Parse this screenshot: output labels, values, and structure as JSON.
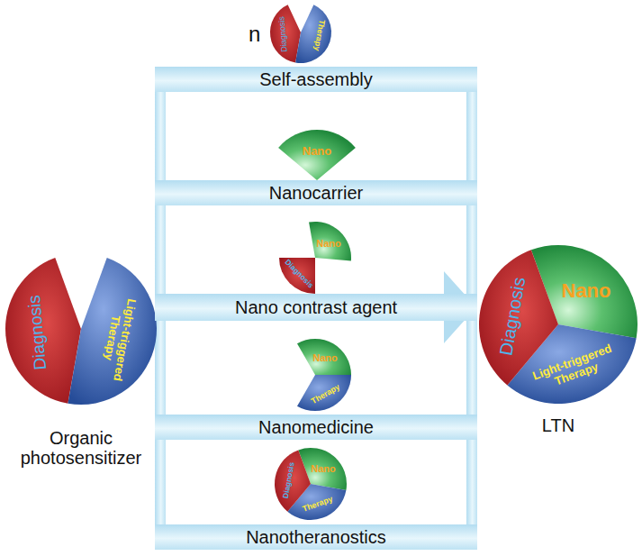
{
  "diagram": {
    "nodes": [
      {
        "text": [
          "Diagnosis",
          "Light-triggered Therapy",
          "Organic photosensitizer"
        ]
      },
      {
        "text": [
          "Diagnosis",
          "Therapy"
        ]
      },
      {
        "text": [
          "Self-assembly"
        ]
      },
      {
        "text": [
          "Nano"
        ]
      },
      {
        "text": [
          "Nanocarrier"
        ]
      },
      {
        "text": [
          "Nano",
          "Diagnosis"
        ]
      },
      {
        "text": [
          "Nano contrast agent"
        ]
      },
      {
        "text": [
          "Nano",
          "Therapy"
        ]
      },
      {
        "text": [
          "Nanomedicine"
        ]
      },
      {
        "text": [
          "Diagnosis",
          "Nano",
          "Therapy"
        ]
      },
      {
        "text": [
          "Nanotheranostics"
        ]
      },
      {
        "text": [
          "Diagnosis",
          "Nano",
          "Light-triggered Therapy",
          "LTN"
        ]
      }
    ],
    "edges": [
      {
        "from": 0,
        "to": 11,
        "arrow": "to"
      }
    ],
    "labels": [
      "n"
    ]
  }
}
